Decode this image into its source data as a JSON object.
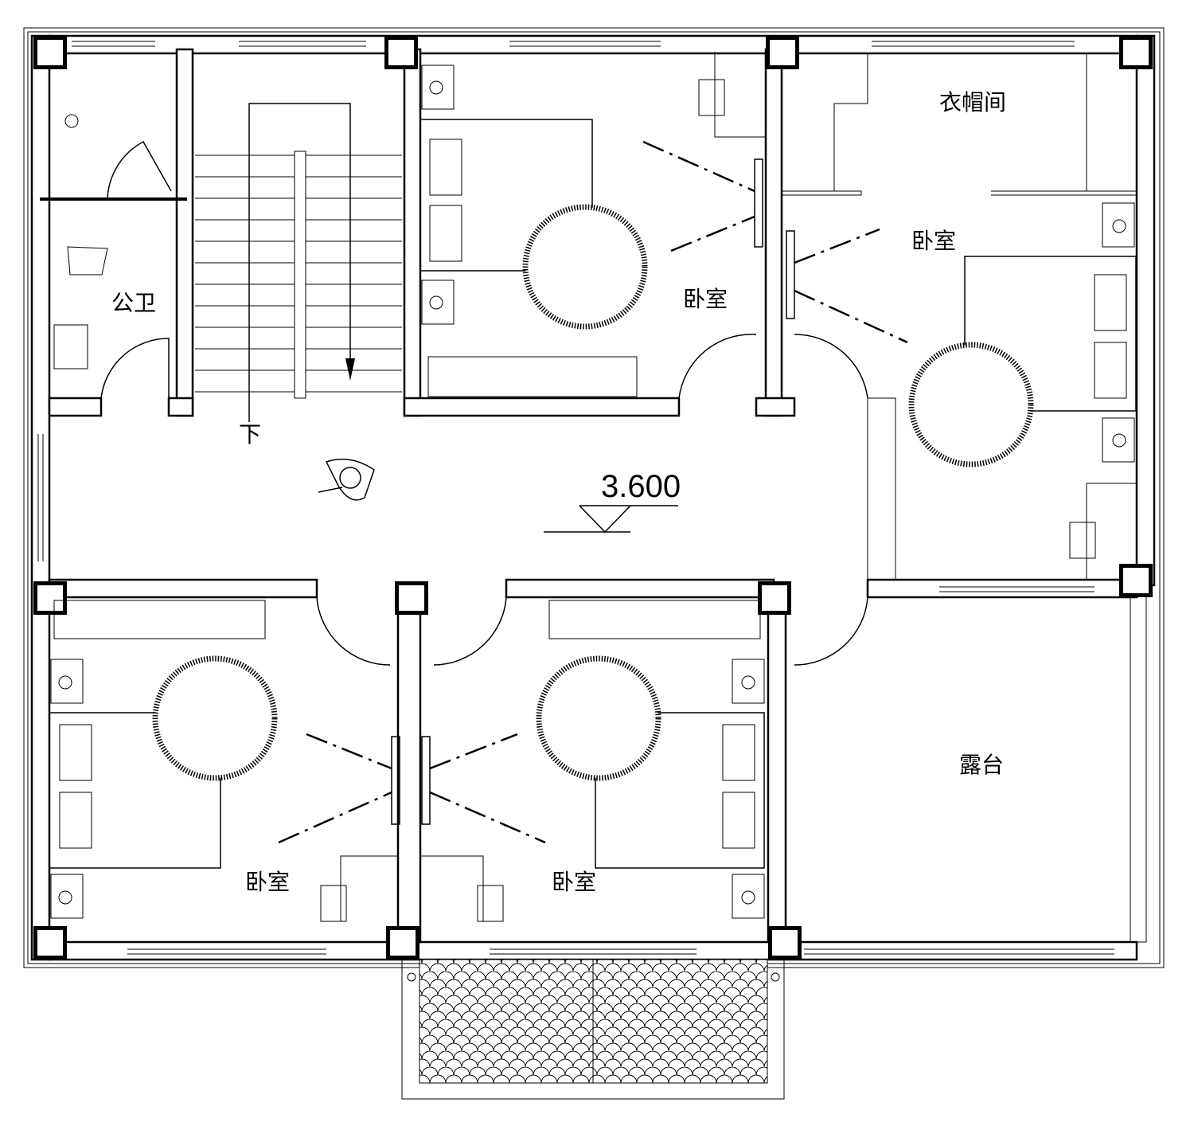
{
  "rooms": {
    "bathroom": "公卫",
    "bedroom_top": "卧室",
    "cloakroom": "衣帽间",
    "bedroom_right": "卧室",
    "bedroom_bottom_left": "卧室",
    "bedroom_bottom_mid": "卧室",
    "terrace": "露台"
  },
  "stair_label": "下",
  "elevation": "3.600"
}
